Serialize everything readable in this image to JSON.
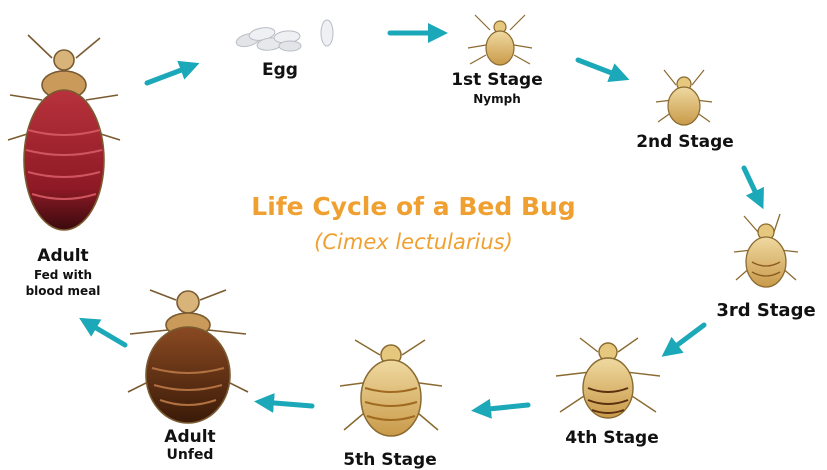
{
  "diagram": {
    "title": "Life Cycle of a Bed Bug",
    "subtitle": "(Cimex lectularius)",
    "colors": {
      "title": "#F0A030",
      "arrow": "#1BA8B8",
      "nymph_body": "#D9B46A",
      "adult_fed_body": "#9E1F2A",
      "adult_unfed_body": "#6B3517"
    },
    "stages": {
      "egg": {
        "label": "Egg"
      },
      "stage1": {
        "label": "1st Stage",
        "sub": "Nymph"
      },
      "stage2": {
        "label": "2nd Stage"
      },
      "stage3": {
        "label": "3rd Stage"
      },
      "stage4": {
        "label": "4th Stage"
      },
      "stage5": {
        "label": "5th Stage"
      },
      "adult_unfed": {
        "label": "Adult",
        "sub": "Unfed"
      },
      "adult_fed": {
        "label": "Adult",
        "sub1": "Fed with",
        "sub2": "blood meal"
      }
    }
  }
}
